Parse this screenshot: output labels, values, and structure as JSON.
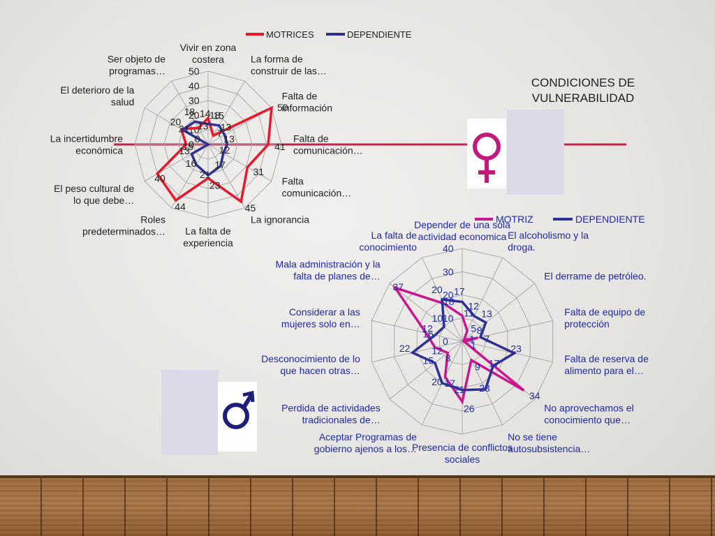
{
  "title": "CONDICIONES DE VULNERABILIDAD",
  "title_lines": [
    "CONDICIONES DE",
    "VULNERABILIDAD"
  ],
  "colors": {
    "motrices": "#e8182a",
    "dependiente": "#2e3192",
    "motriz": "#c8178f",
    "label_blue": "#1f2aa8",
    "grid": "#aaaaaa",
    "accent_line": "#c0244a",
    "deco_rect": "#ddd8e8",
    "female_symbol": "#c3187d",
    "male_symbol": "#1d1d7a"
  },
  "icons": [
    "female-symbol-icon",
    "male-symbol-icon"
  ],
  "chart_data": [
    {
      "type": "radar",
      "legend": [
        "MOTRICES",
        "DEPENDIENTE"
      ],
      "legend_position": "top",
      "rlim": [
        0,
        50
      ],
      "ticks": [
        0,
        10,
        20,
        30,
        40,
        50
      ],
      "categories": [
        [
          "Vivir en zona",
          "costera"
        ],
        [
          "La forma de",
          "construir de las…"
        ],
        [
          "Falta de",
          "información"
        ],
        [
          "Falta de",
          "comunicación…"
        ],
        [
          "Falta",
          "comunicación…"
        ],
        [
          "La ignorancia"
        ],
        [
          "La falta de",
          "experiencia"
        ],
        [
          "Roles",
          "predeterminados…"
        ],
        [
          "El peso cultural de",
          "lo que debe…"
        ],
        [
          "La incertidumbre",
          "económica"
        ],
        [
          "El deterioro de la",
          "salud"
        ],
        [
          "Ser objeto de",
          "programas…"
        ]
      ],
      "series": [
        {
          "name": "MOTRICES",
          "values": [
            18,
            7,
            50,
            41,
            31,
            45,
            23,
            44,
            40,
            15,
            21,
            13
          ]
        },
        {
          "name": "DEPENDIENTE",
          "values": [
            14,
            15,
            13,
            13,
            12,
            17,
            21,
            16,
            13,
            0,
            20,
            18
          ]
        }
      ]
    },
    {
      "type": "radar",
      "legend": [
        "MOTRIZ",
        "DEPENDIENTE"
      ],
      "legend_position": "top-right",
      "rlim": [
        0,
        40
      ],
      "ticks": [
        0,
        10,
        20,
        30,
        40
      ],
      "categories": [
        [
          "Depender de una sola",
          "actividad economica"
        ],
        [
          "El alcoholismo y la",
          "droga."
        ],
        [
          "El derrame de petróleo."
        ],
        [
          "Falta de equipo de",
          "protección"
        ],
        [
          "Falta de reserva de",
          "alimento para el…"
        ],
        [
          "No aprovechamos el",
          "conocimiento que…"
        ],
        [
          "No se tiene",
          "autosubsistencia…"
        ],
        [
          "Presencia de conflictos",
          "sociales"
        ],
        [
          "Aceptar Programas de",
          "gobierno ajenos a los…"
        ],
        [
          "Perdida de actividades",
          "tradicionales de…"
        ],
        [
          "Desconocimiento de lo",
          "que hacen otras…"
        ],
        [
          "Considerar a las",
          "mujeres solo en…"
        ],
        [
          "Mala administración y la",
          "falta de planes de…"
        ],
        [
          "La falta de",
          "conocimiento"
        ]
      ],
      "series": [
        {
          "name": "MOTRIZ",
          "values": [
            11,
            5,
            1,
            7,
            1,
            34,
            9,
            26,
            17,
            8,
            12,
            16,
            37,
            18
          ]
        },
        {
          "name": "DEPENDIENTE",
          "values": [
            17,
            12,
            13,
            8,
            23,
            17,
            23,
            21,
            20,
            15,
            22,
            12,
            10,
            20
          ]
        }
      ]
    }
  ]
}
